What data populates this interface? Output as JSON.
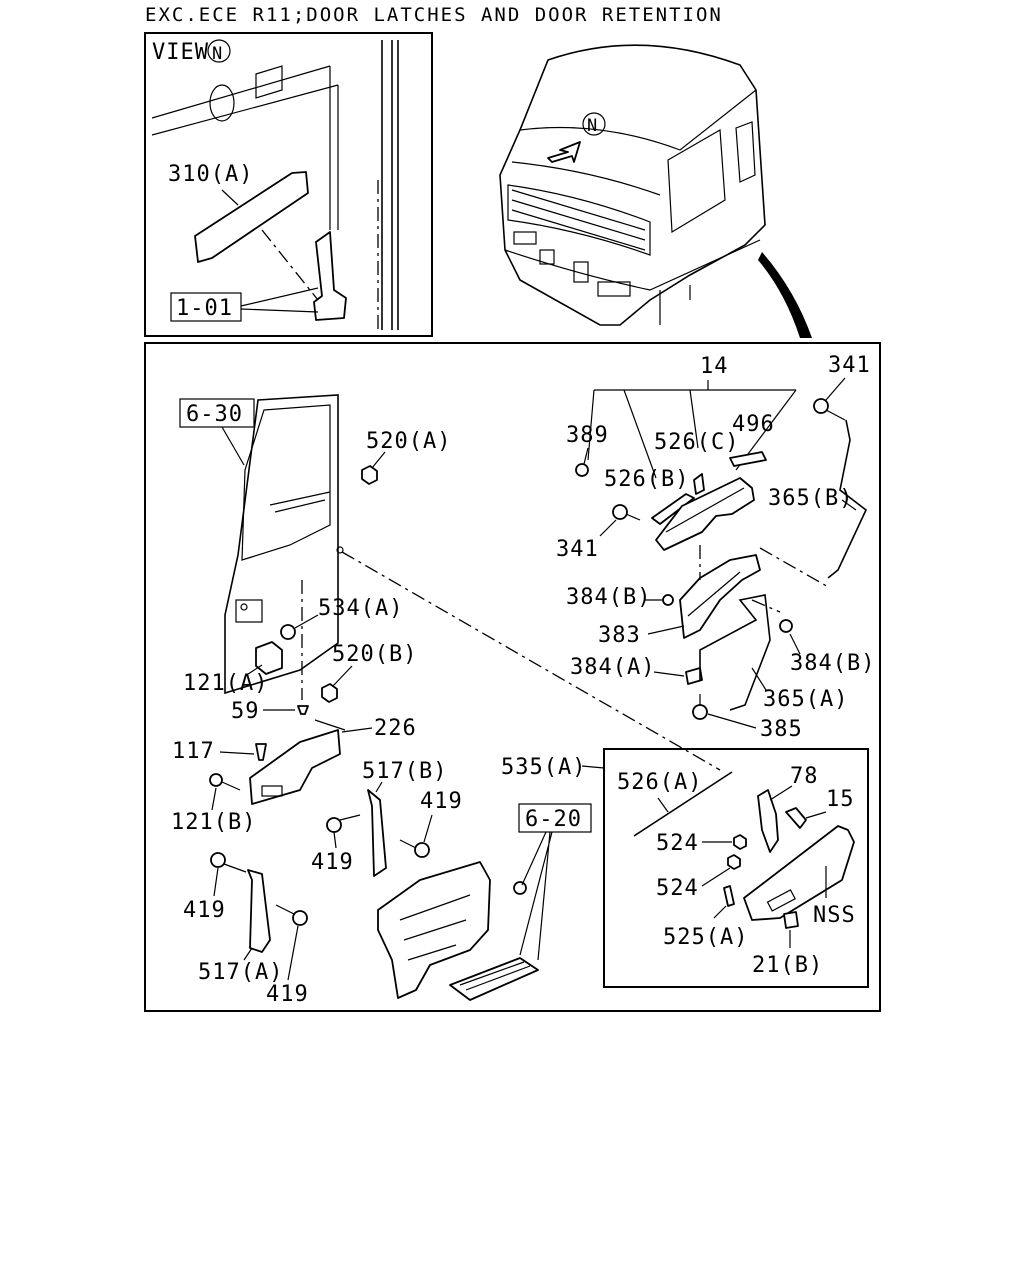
{
  "title": "EXC.ECE R11;DOOR LATCHES AND DOOR RETENTION",
  "view_label": "VIEW",
  "view_marker": "N",
  "cab_marker": "N",
  "boxed_refs": {
    "ref_1_01": "1-01",
    "ref_6_30": "6-30",
    "ref_6_20": "6-20"
  },
  "callouts": {
    "c310a": "310(A)",
    "c14": "14",
    "c341_top": "341",
    "c389": "389",
    "c526c": "526(C)",
    "c496": "496",
    "c520a": "520(A)",
    "c526b": "526(B)",
    "c365b": "365(B)",
    "c341": "341",
    "c384b_left": "384(B)",
    "c534a": "534(A)",
    "c383": "383",
    "c520b": "520(B)",
    "c384a": "384(A)",
    "c384b_right": "384(B)",
    "c121a": "121(A)",
    "c365a": "365(A)",
    "c59": "59",
    "c226": "226",
    "c385": "385",
    "c117": "117",
    "c535a": "535(A)",
    "c517b": "517(B)",
    "c78": "78",
    "c526a": "526(A)",
    "c419_a": "419",
    "c15": "15",
    "c121b": "121(B)",
    "c524_a": "524",
    "c419_b": "419",
    "c524_b": "524",
    "c419_c": "419",
    "c517a": "517(A)",
    "c525a": "525(A)",
    "c21b": "21(B)",
    "c419_d": "419",
    "cnss": "NSS"
  }
}
